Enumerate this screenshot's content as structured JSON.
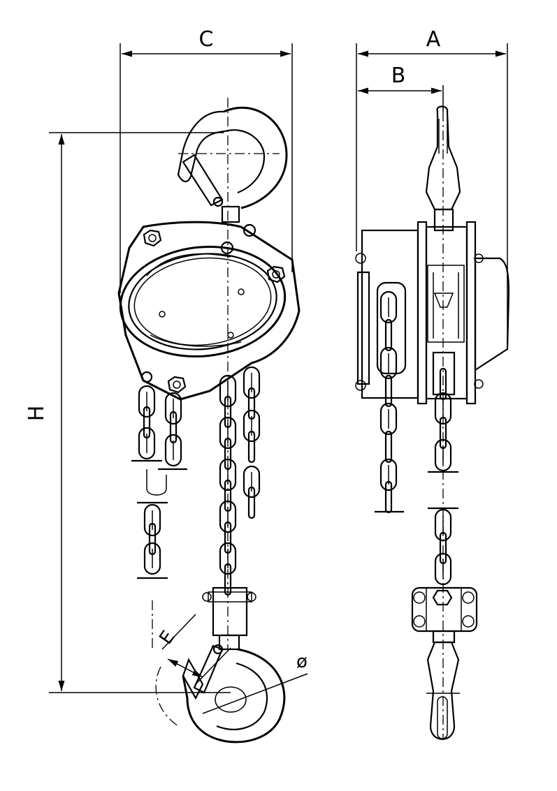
{
  "dimension_labels": {
    "C": "C",
    "A": "A",
    "B": "B",
    "H": "H",
    "E": "E",
    "phi": "ø"
  }
}
